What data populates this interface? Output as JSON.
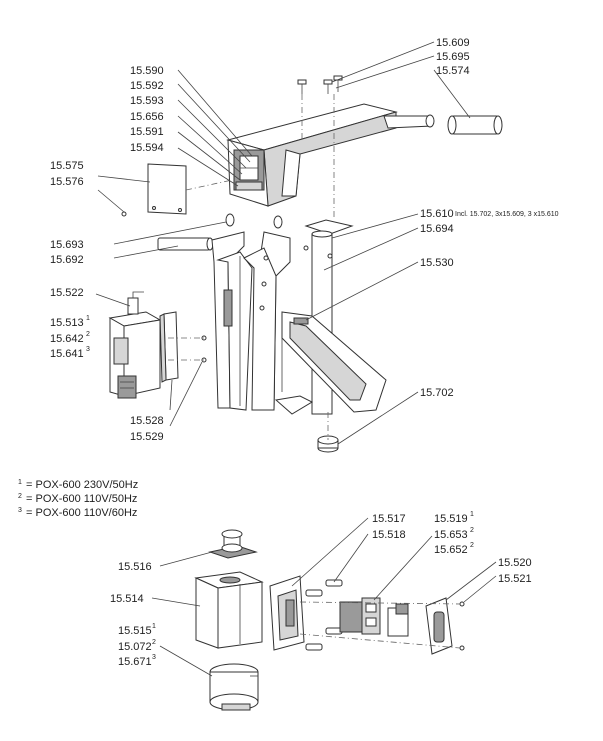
{
  "upper_assembly": {
    "labels": {
      "p15609": "15.609",
      "p15695": "15.695",
      "p15574": "15.574",
      "p15590": "15.590",
      "p15592": "15.592",
      "p15593": "15.593",
      "p15656": "15.656",
      "p15591": "15.591",
      "p15594": "15.594",
      "p15575": "15.575",
      "p15576": "15.576",
      "p15610": "15.610",
      "p15610_note": "Incl. 15.702, 3x15.609, 3 x15.610",
      "p15694": "15.694",
      "p15693": "15.693",
      "p15692": "15.692",
      "p15530": "15.530",
      "p15522": "15.522",
      "p15513": "15.513",
      "p15513_sup": "1",
      "p15642": "15.642",
      "p15642_sup": "2",
      "p15641": "15.641",
      "p15641_sup": "3",
      "p15702": "15.702",
      "p15528": "15.528",
      "p15529": "15.529"
    }
  },
  "legend": {
    "items": [
      {
        "sup": "1",
        "text": "= POX-600 230V/50Hz"
      },
      {
        "sup": "2",
        "text": "= POX-600 110V/50Hz"
      },
      {
        "sup": "3",
        "text": "= POX-600 110V/60Hz"
      }
    ]
  },
  "lower_assembly": {
    "labels": {
      "p15517": "15.517",
      "p15518": "15.518",
      "p15519": "15.519",
      "p15519_sup": "1",
      "p15653": "15.653",
      "p15653_sup": "2",
      "p15652": "15.652",
      "p15652_sup": "2",
      "p15516": "15.516",
      "p15520": "15.520",
      "p15521": "15.521",
      "p15514": "15.514",
      "p15515": "15.515",
      "p15515_sup": "1",
      "p15072": "15.072",
      "p15072_sup": "2",
      "p15671": "15.671",
      "p15671_sup": "3"
    }
  }
}
